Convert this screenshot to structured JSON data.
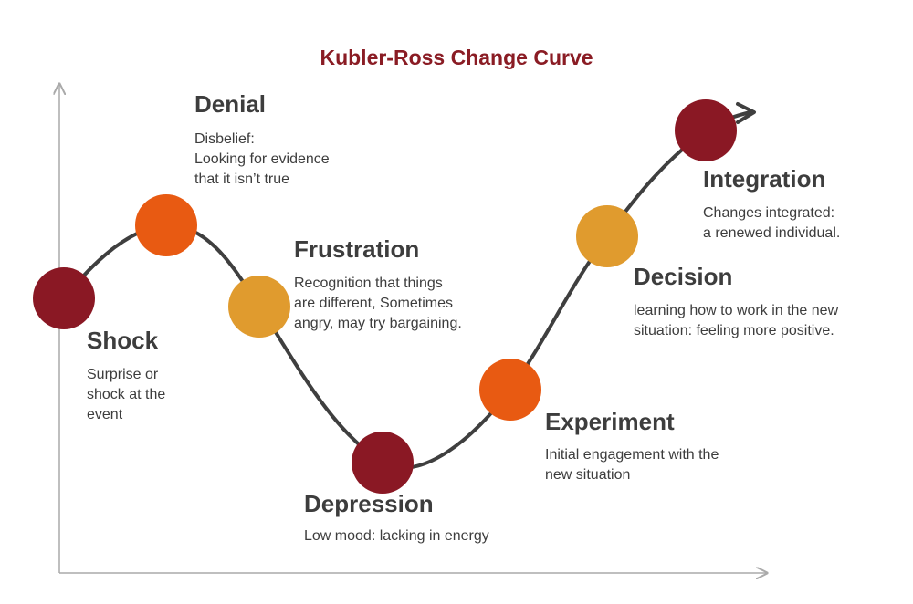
{
  "title": "Kubler-Ross Change Curve",
  "colors": {
    "dark_red": "#8a1824",
    "orange": "#e85a12",
    "amber": "#e09b2e",
    "curve": "#3f3f3f",
    "axis": "#aaaaaa",
    "title": "#8a1c24"
  },
  "stages": [
    {
      "id": "shock",
      "name": "Shock",
      "color": "#8a1824",
      "description": [
        "Surprise or",
        "shock at the",
        "event"
      ]
    },
    {
      "id": "denial",
      "name": "Denial",
      "color": "#e85a12",
      "description": [
        "Disbelief:",
        "Looking for evidence",
        "that it isn’t true"
      ]
    },
    {
      "id": "frustration",
      "name": "Frustration",
      "color": "#e09b2e",
      "description": [
        "Recognition that things",
        "are different, Sometimes",
        "angry, may try bargaining."
      ]
    },
    {
      "id": "depression",
      "name": "Depression",
      "color": "#8a1824",
      "description": [
        "Low mood: lacking in energy"
      ]
    },
    {
      "id": "experiment",
      "name": "Experiment",
      "color": "#e85a12",
      "description": [
        "Initial engagement with the",
        "new situation"
      ]
    },
    {
      "id": "decision",
      "name": "Decision",
      "color": "#e09b2e",
      "description": [
        "learning how to work in the new",
        "situation: feeling more positive."
      ]
    },
    {
      "id": "integration",
      "name": "Integration",
      "color": "#8a1824",
      "description": [
        "Changes integrated:",
        "a renewed individual."
      ]
    }
  ]
}
